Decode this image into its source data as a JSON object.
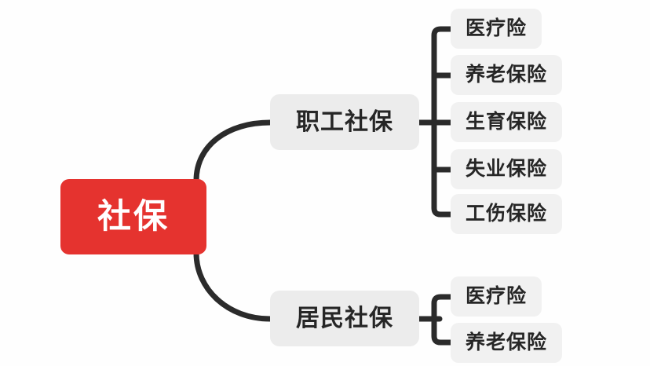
{
  "diagram": {
    "type": "mindmap",
    "title": "社保",
    "orientation": "left-to-right",
    "colors": {
      "background": "#fefefe",
      "root_fill": "#e5332f",
      "root_text": "#ffffff",
      "branch_fill": "#ececec",
      "leaf_fill": "#f1f1f1",
      "node_text": "#262626",
      "connector": "#2b2b2b"
    },
    "root": {
      "label": "社保"
    },
    "branches": [
      {
        "id": "employee",
        "label": "职工社保",
        "children": [
          {
            "label": "医疗险"
          },
          {
            "label": "养老保险"
          },
          {
            "label": "生育保险"
          },
          {
            "label": "失业保险"
          },
          {
            "label": "工伤保险"
          }
        ]
      },
      {
        "id": "resident",
        "label": "居民社保",
        "children": [
          {
            "label": "医疗险"
          },
          {
            "label": "养老保险"
          }
        ]
      }
    ]
  }
}
